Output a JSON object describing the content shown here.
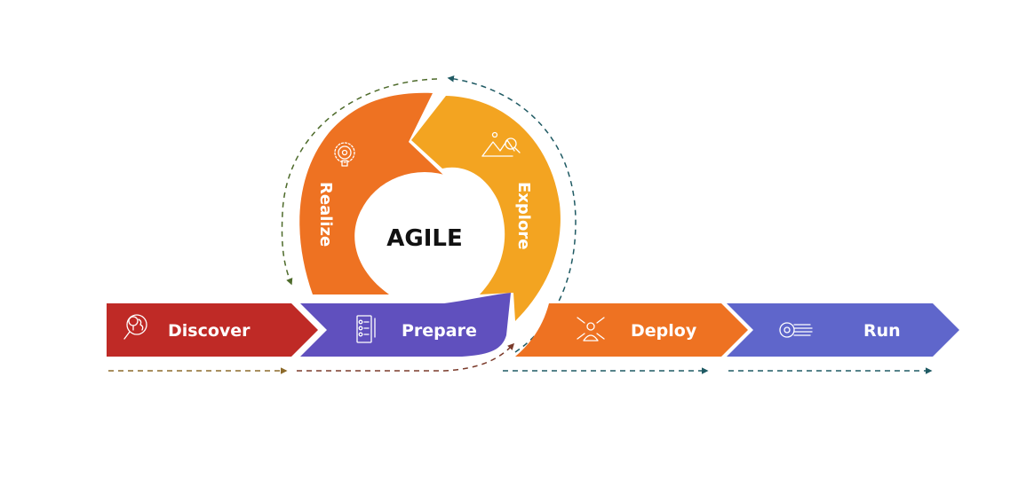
{
  "diagram": {
    "title": "Agile Methodology Phases",
    "center_label": "AGILE",
    "cycle": [
      {
        "id": "realize",
        "label": "Realize",
        "icon": "lightbulb-gear-icon",
        "color": "#EE7222"
      },
      {
        "id": "explore",
        "label": "Explore",
        "icon": "mountain-magnifier-icon",
        "color": "#F3A421"
      }
    ],
    "phases": [
      {
        "id": "discover",
        "label": "Discover",
        "icon": "lightbulb-globe-magnifier-icon",
        "color": "#BF2A26"
      },
      {
        "id": "prepare",
        "label": "Prepare",
        "icon": "checklist-pen-icon",
        "color": "#6050BE"
      },
      {
        "id": "deploy",
        "label": "Deploy",
        "icon": "person-arrows-icon",
        "color": "#EE7222"
      },
      {
        "id": "run",
        "label": "Run",
        "icon": "gear-circuit-icon",
        "color": "#5F66CB"
      }
    ],
    "flow_colors": {
      "discover_dash": "#8C6A2A",
      "prepare_dash": "#7A3A2A",
      "deploy_run_dash": "#1F5A63",
      "cycle_left_dash": "#4D6A2A",
      "cycle_right_dash": "#1F5A63"
    }
  }
}
